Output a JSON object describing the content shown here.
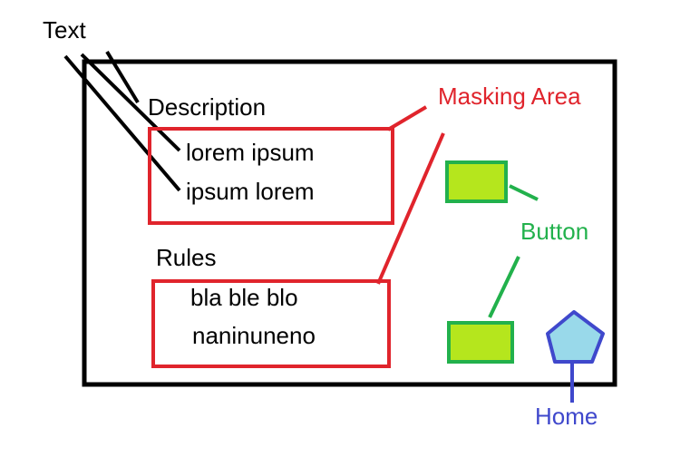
{
  "labels": {
    "text": "Text",
    "description": "Description",
    "masking_area": "Masking Area",
    "button": "Button",
    "rules": "Rules",
    "home": "Home"
  },
  "description_lines": [
    "lorem ipsum",
    "ipsum lorem"
  ],
  "rules_lines": [
    "bla ble blo",
    "naninuneno"
  ],
  "colors": {
    "frame": "#000000",
    "masking": "#e0242c",
    "button_border": "#22b14c",
    "button_fill": "#b5e61d",
    "home_border": "#3f48cc",
    "home_fill": "#99d9ea"
  },
  "icons": {
    "home": "pentagon-home-icon"
  }
}
